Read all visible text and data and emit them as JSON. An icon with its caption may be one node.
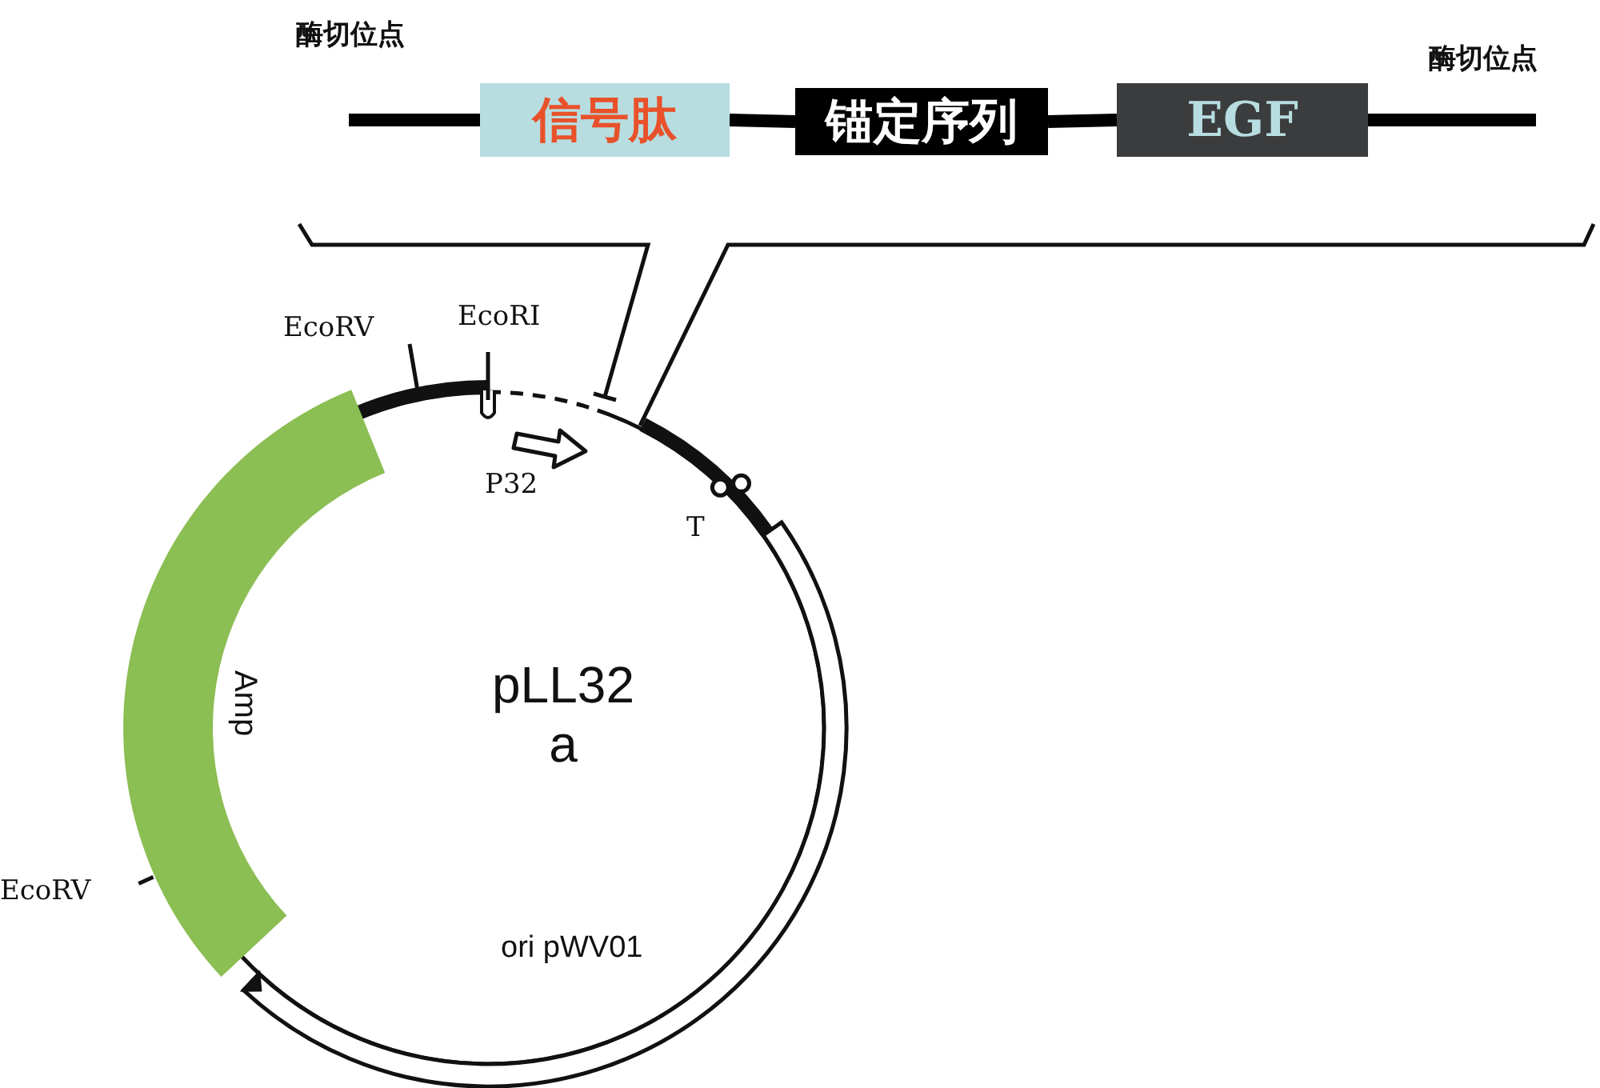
{
  "diagram": {
    "nodes": [
      {
        "text": [
          "信号肽"
        ]
      },
      {
        "text": [
          "锚定序列"
        ]
      },
      {
        "text": [
          "EGF"
        ]
      },
      {
        "text": [
          "Amp"
        ]
      }
    ],
    "edges": [
      {
        "from": null,
        "to": 0,
        "arrow": "none"
      },
      {
        "from": 0,
        "to": 1,
        "arrow": "none"
      },
      {
        "from": 1,
        "to": 2,
        "arrow": "none"
      },
      {
        "from": 2,
        "to": null,
        "arrow": "none"
      }
    ],
    "labels": [
      "酶切位点",
      "酶切位点",
      "EcoRV",
      "EcoRI",
      "P32",
      "T",
      "pLL32 a",
      "EcoRV",
      "ori pWV01"
    ]
  }
}
